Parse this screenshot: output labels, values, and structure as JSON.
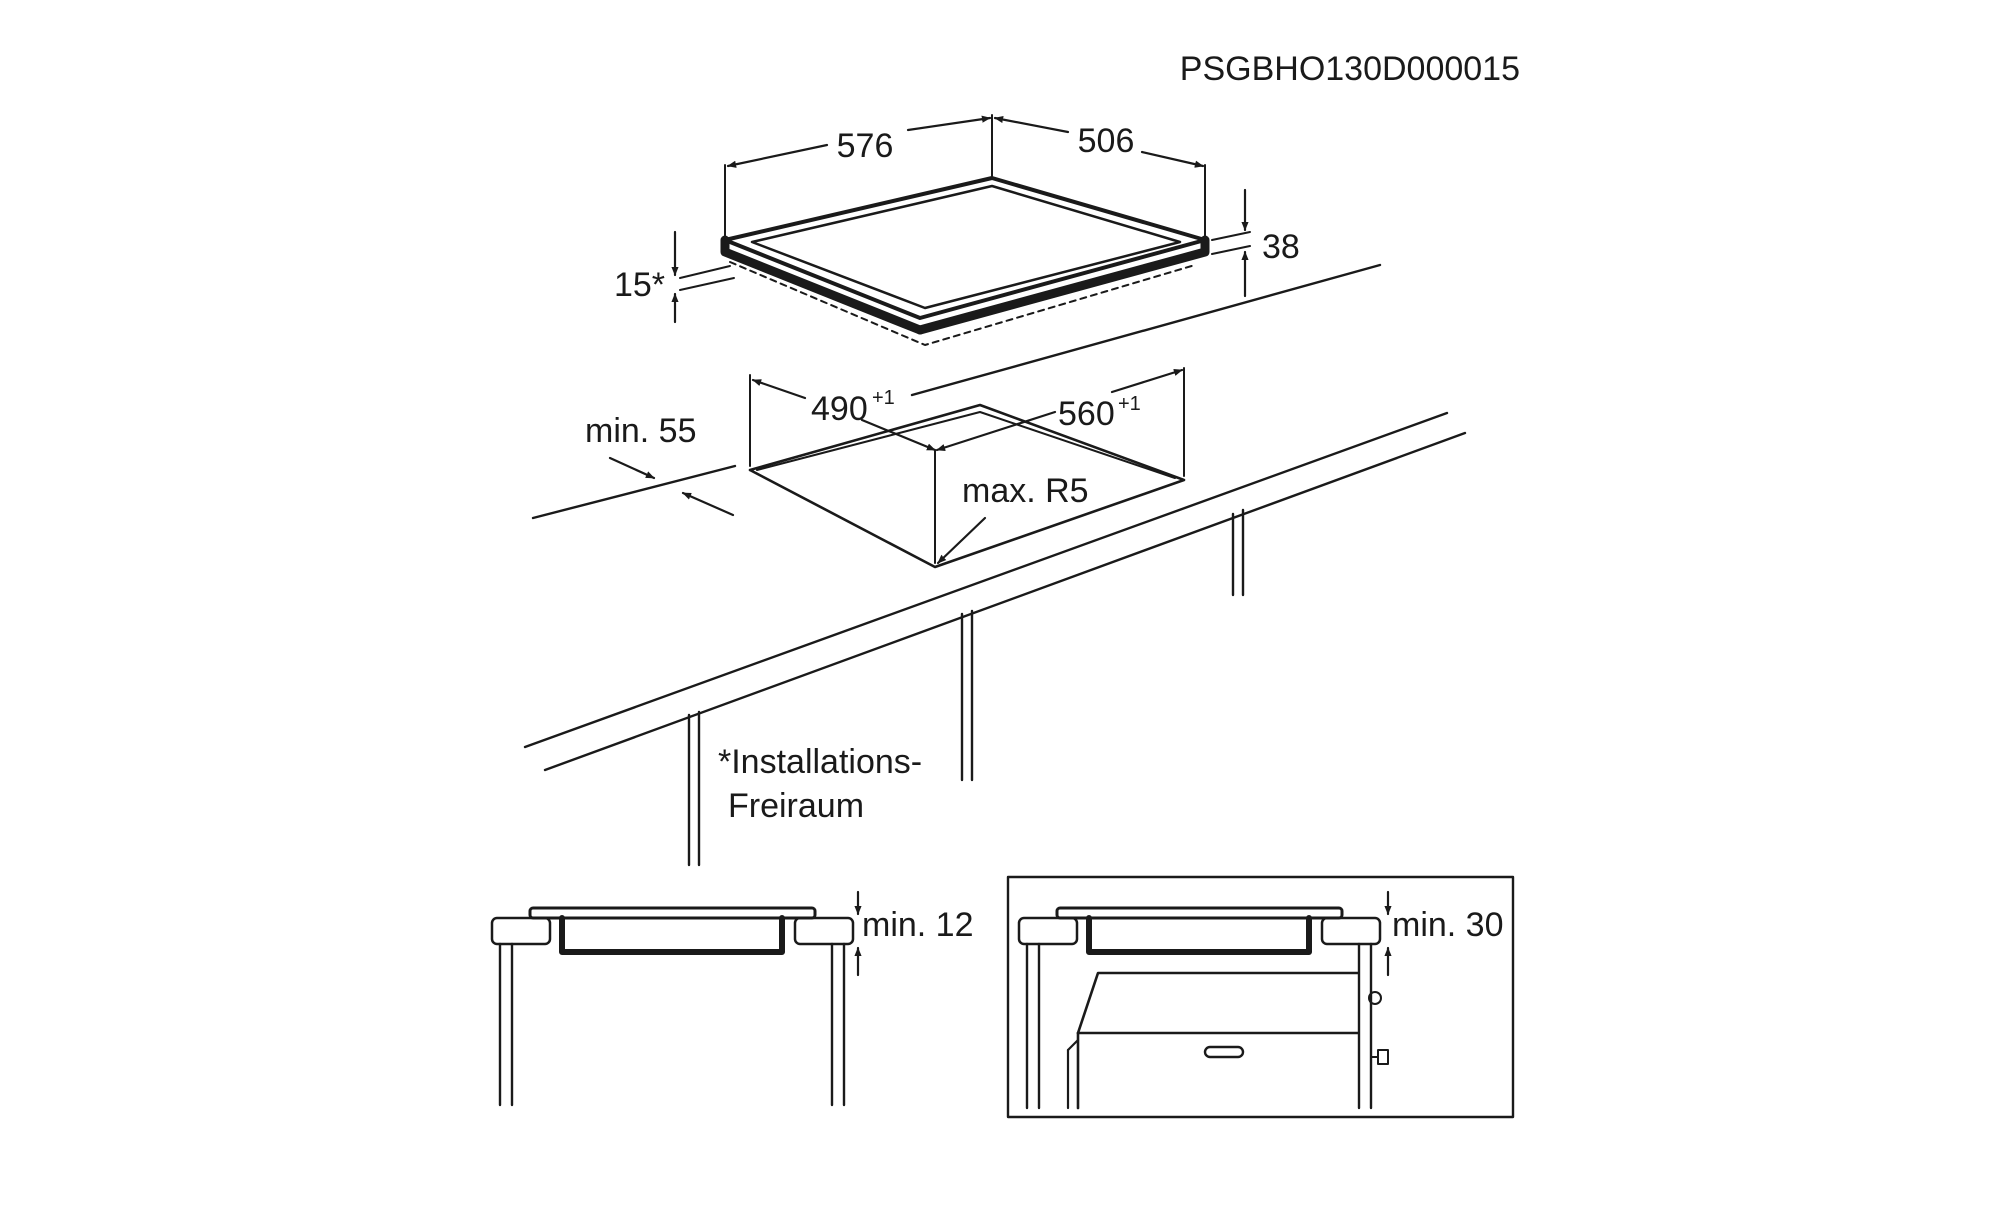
{
  "code": "PSGBHO130D000015",
  "dimensions": {
    "width": "576",
    "depth": "506",
    "height": "38",
    "installation_gap": "15*",
    "cutout_depth": "490",
    "cutout_depth_tol": "+1",
    "cutout_width": "560",
    "cutout_width_tol": "+1",
    "edge_distance": "min. 55",
    "corner_radius": "max. R5",
    "clearance_drawer": "min. 12",
    "clearance_oven": "min. 30"
  },
  "footnote": {
    "line1": "*Installations-",
    "line2": "Freiraum"
  }
}
